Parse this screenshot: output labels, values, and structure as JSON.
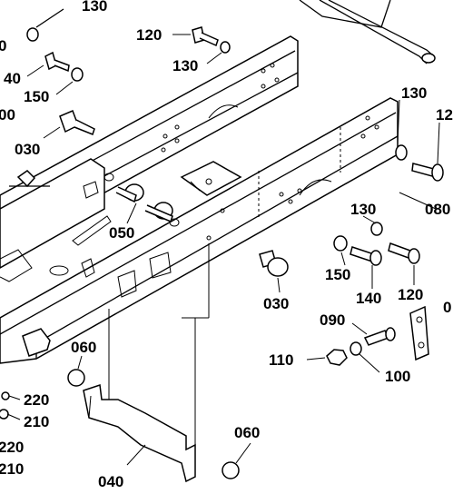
{
  "diagram": {
    "labels": {
      "l130_top": "130",
      "l0_left": "0",
      "l120_a": "120",
      "l130_b": "130",
      "l40": "40",
      "l150_a": "150",
      "l00": "00",
      "l030_a": "030",
      "l050": "050",
      "l130_c": "130",
      "l12": "12",
      "l080": "080",
      "l130_d": "130",
      "l150_b": "150",
      "l140": "140",
      "l120_b": "120",
      "l030_b": "030",
      "l090": "090",
      "l0_right": "0",
      "l110": "110",
      "l100": "100",
      "l060_a": "060",
      "l220_a": "220",
      "l210_a": "210",
      "l220_b": "220",
      "l210_b": "210",
      "l060_b": "060",
      "l040": "040"
    }
  }
}
